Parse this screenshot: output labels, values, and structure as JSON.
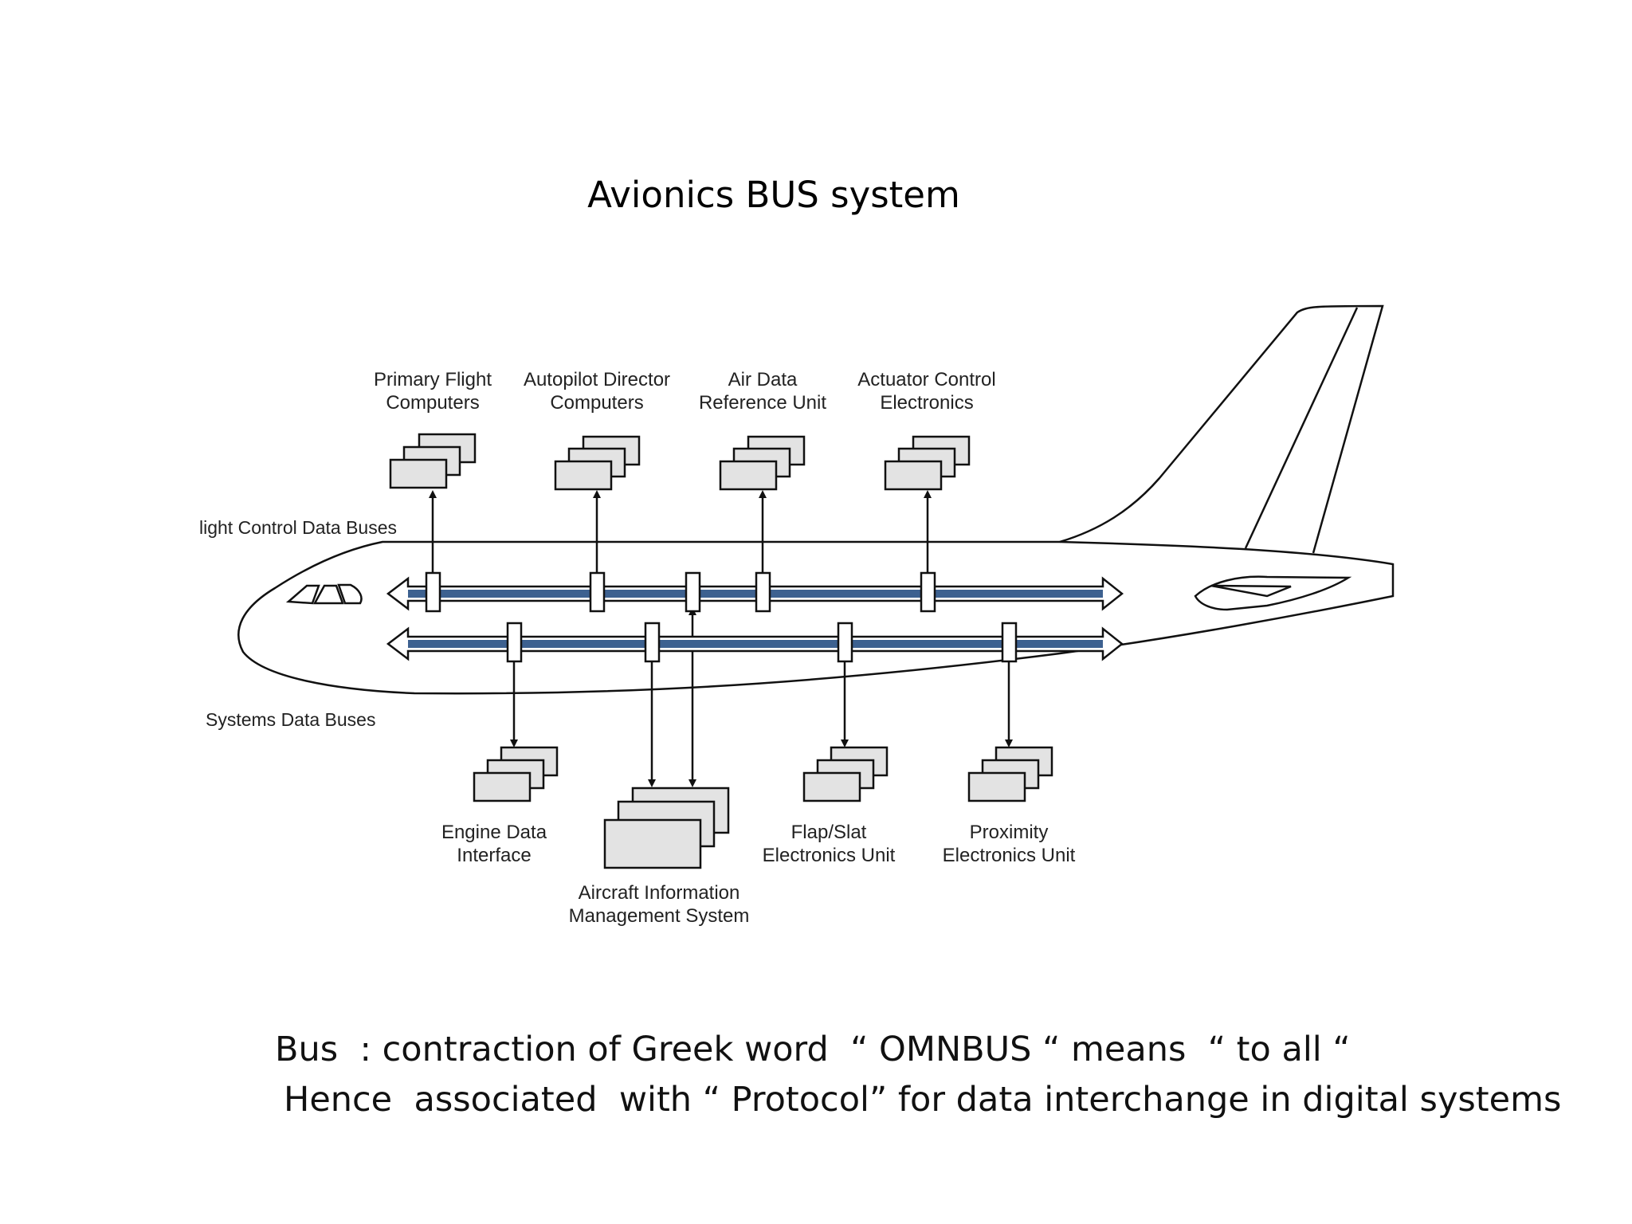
{
  "title": "Avionics  BUS  system",
  "diagram": {
    "bus_labels": {
      "flight_control": "light Control Data Buses",
      "systems": "Systems Data Buses"
    },
    "top_units": [
      {
        "line1": "Primary Flight",
        "line2": "Computers"
      },
      {
        "line1": "Autopilot Director",
        "line2": "Computers"
      },
      {
        "line1": "Air Data",
        "line2": "Reference Unit"
      },
      {
        "line1": "Actuator Control",
        "line2": "Electronics"
      }
    ],
    "bottom_units": [
      {
        "line1": "Engine Data",
        "line2": "Interface"
      },
      {
        "line1": "Aircraft Information",
        "line2": "Management System"
      },
      {
        "line1": "Flap/Slat",
        "line2": "Electronics Unit"
      },
      {
        "line1": "Proximity",
        "line2": "Electronics Unit"
      }
    ],
    "colors": {
      "bus": "#3d6190",
      "unit_fill": "#e3e3e3",
      "outline": "#111111"
    }
  },
  "notes": [
    "Bus  : contraction of Greek word  “ OMNBUS “ means  “ to all “",
    "Hence  associated  with “ Protocol” for data interchange in digital systems"
  ]
}
